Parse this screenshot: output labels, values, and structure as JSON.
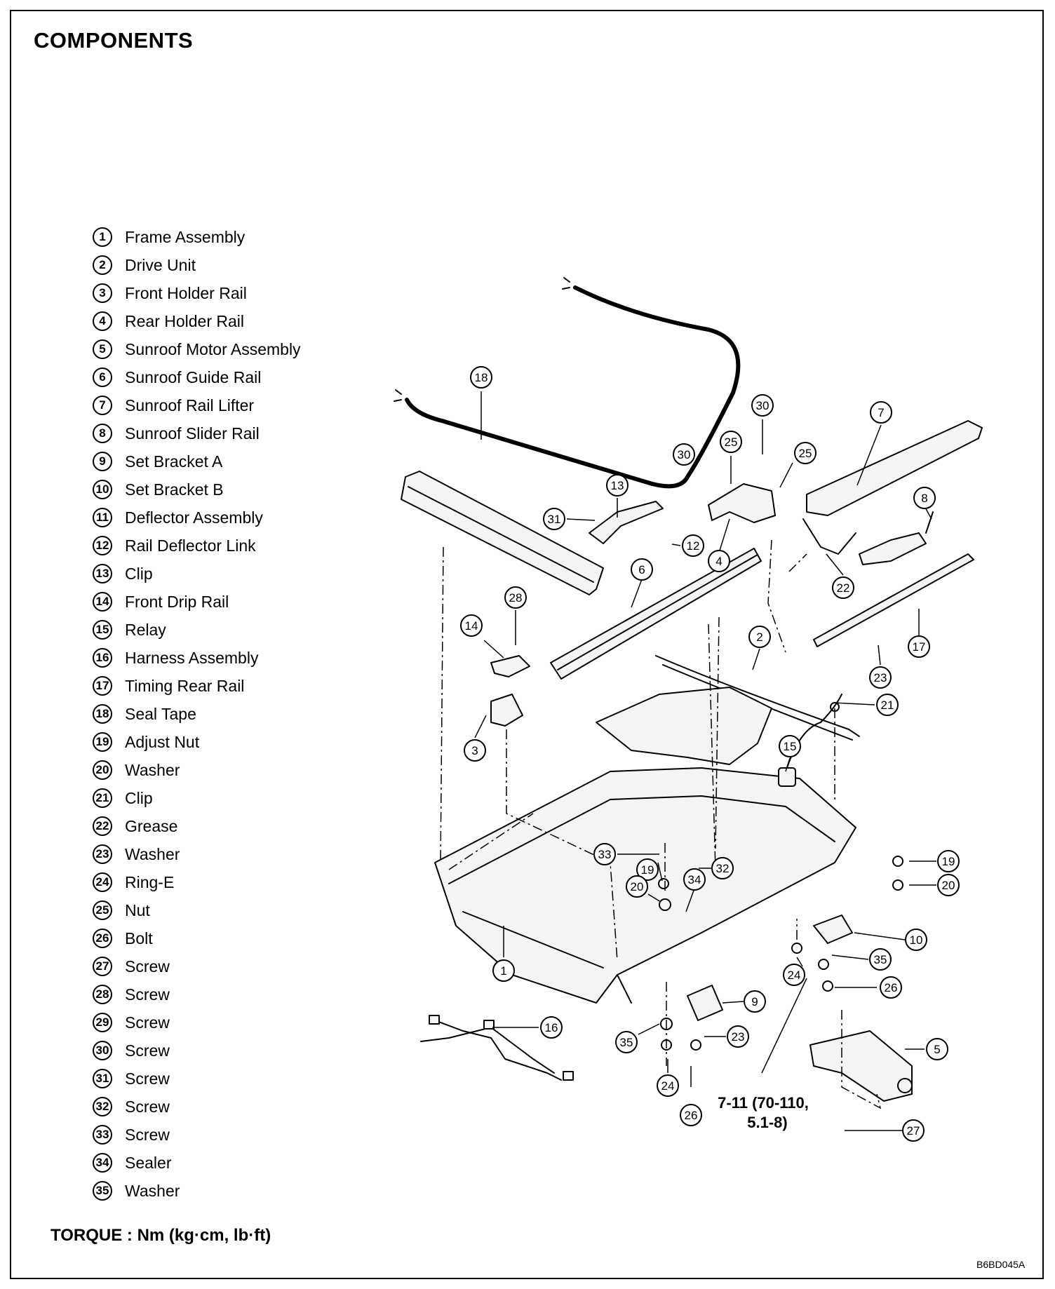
{
  "title": "COMPONENTS",
  "legend": [
    {
      "num": "1",
      "label": "Frame Assembly"
    },
    {
      "num": "2",
      "label": "Drive Unit"
    },
    {
      "num": "3",
      "label": "Front Holder Rail"
    },
    {
      "num": "4",
      "label": "Rear Holder Rail"
    },
    {
      "num": "5",
      "label": "Sunroof Motor Assembly"
    },
    {
      "num": "6",
      "label": "Sunroof Guide Rail"
    },
    {
      "num": "7",
      "label": "Sunroof Rail Lifter"
    },
    {
      "num": "8",
      "label": "Sunroof Slider Rail"
    },
    {
      "num": "9",
      "label": "Set Bracket A"
    },
    {
      "num": "10",
      "label": "Set Bracket B"
    },
    {
      "num": "11",
      "label": "Deflector Assembly"
    },
    {
      "num": "12",
      "label": "Rail Deflector Link"
    },
    {
      "num": "13",
      "label": "Clip"
    },
    {
      "num": "14",
      "label": "Front Drip Rail"
    },
    {
      "num": "15",
      "label": "Relay"
    },
    {
      "num": "16",
      "label": "Harness Assembly"
    },
    {
      "num": "17",
      "label": "Timing Rear Rail"
    },
    {
      "num": "18",
      "label": "Seal Tape"
    },
    {
      "num": "19",
      "label": "Adjust Nut"
    },
    {
      "num": "20",
      "label": "Washer"
    },
    {
      "num": "21",
      "label": "Clip"
    },
    {
      "num": "22",
      "label": "Grease"
    },
    {
      "num": "23",
      "label": "Washer"
    },
    {
      "num": "24",
      "label": "Ring-E"
    },
    {
      "num": "25",
      "label": "Nut"
    },
    {
      "num": "26",
      "label": "Bolt"
    },
    {
      "num": "27",
      "label": "Screw"
    },
    {
      "num": "28",
      "label": "Screw"
    },
    {
      "num": "29",
      "label": "Screw"
    },
    {
      "num": "30",
      "label": "Screw"
    },
    {
      "num": "31",
      "label": "Screw"
    },
    {
      "num": "32",
      "label": "Screw"
    },
    {
      "num": "33",
      "label": "Screw"
    },
    {
      "num": "34",
      "label": "Sealer"
    },
    {
      "num": "35",
      "label": "Washer"
    }
  ],
  "torque_note": "TORQUE : Nm (kg·cm, lb·ft)",
  "torque_spec": {
    "line1": "7-11 (70-110,",
    "line2": "5.1-8)"
  },
  "figure_code": "B6BD045A",
  "callouts": [
    "18",
    "30",
    "13",
    "31",
    "12",
    "25",
    "30",
    "25",
    "7",
    "4",
    "8",
    "6",
    "22",
    "28",
    "14",
    "17",
    "2",
    "23",
    "21",
    "3",
    "15",
    "33",
    "19",
    "32",
    "34",
    "20",
    "19",
    "20",
    "10",
    "35",
    "1",
    "24",
    "26",
    "9",
    "16",
    "35",
    "23",
    "5",
    "24",
    "26",
    "27"
  ],
  "colors": {
    "ink": "#000000",
    "paper": "#ffffff",
    "panel": "#f4f4f4"
  }
}
